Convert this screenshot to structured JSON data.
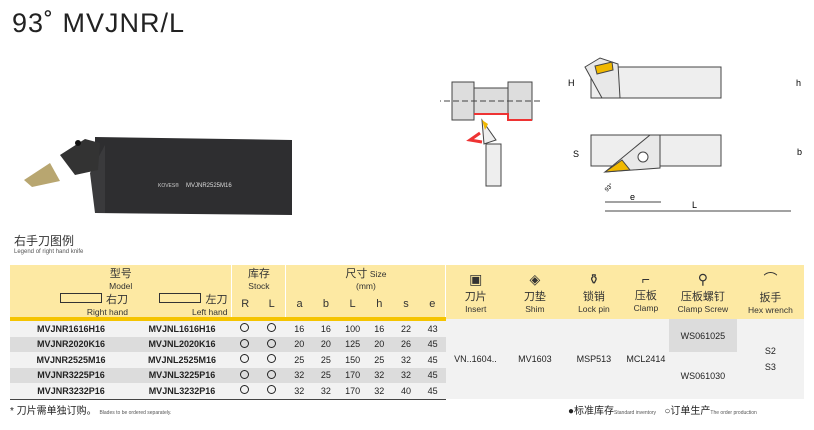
{
  "title": "93˚  MVJNR/L",
  "photo": {
    "brand": "KOVES®",
    "model": "MVJNR2525M16"
  },
  "caption": {
    "cn": "右手刀图例",
    "en": "Legend of right hand knife"
  },
  "drawing": {
    "labels": {
      "H": "H",
      "h": "h",
      "s": "S",
      "b": "b",
      "e": "e",
      "L": "L",
      "angle": "93°"
    }
  },
  "table": {
    "model_cn": "型号",
    "model_en": "Model",
    "right_cn": "右刀",
    "right_en": "Right hand",
    "left_cn": "左刀",
    "left_en": "Left hand",
    "stock_cn": "库存",
    "stock_en": "Stock",
    "stock_r": "R",
    "stock_l": "L",
    "size_cn": "尺寸",
    "size_en": "Size",
    "size_unit": "(mm)",
    "dims": [
      "a",
      "b",
      "L",
      "h",
      "s",
      "e"
    ],
    "acc": [
      {
        "cn": "刀片",
        "en": "Insert"
      },
      {
        "cn": "刀垫",
        "en": "Shim"
      },
      {
        "cn": "锁销",
        "en": "Lock pin"
      },
      {
        "cn": "压板",
        "en": "Clamp"
      },
      {
        "cn": "压板螺钉",
        "en": "Clamp Screw"
      },
      {
        "cn": "扳手",
        "en": "Hex wrench"
      }
    ],
    "rows": [
      {
        "r": "MVJNR1616H16",
        "l": "MVJNL1616H16",
        "sr": "O",
        "sl": "O",
        "d": [
          "16",
          "16",
          "100",
          "16",
          "22",
          "43"
        ]
      },
      {
        "r": "MVJNR2020K16",
        "l": "MVJNL2020K16",
        "sr": "O",
        "sl": "O",
        "d": [
          "20",
          "20",
          "125",
          "20",
          "26",
          "45"
        ]
      },
      {
        "r": "MVJNR2525M16",
        "l": "MVJNL2525M16",
        "sr": "O",
        "sl": "O",
        "d": [
          "25",
          "25",
          "150",
          "25",
          "32",
          "45"
        ]
      },
      {
        "r": "MVJNR3225P16",
        "l": "MVJNL3225P16",
        "sr": "O",
        "sl": "O",
        "d": [
          "32",
          "25",
          "170",
          "32",
          "32",
          "45"
        ]
      },
      {
        "r": "MVJNR3232P16",
        "l": "MVJNL3232P16",
        "sr": "O",
        "sl": "O",
        "d": [
          "32",
          "32",
          "170",
          "32",
          "40",
          "45"
        ]
      }
    ],
    "insert": "VN..1604..",
    "shim": "MV1603",
    "lockpin": "MSP513",
    "clamp": "MCL2414",
    "screw1": "WS061025",
    "screw2": "WS061030",
    "wrench1": "S2",
    "wrench2": "S3"
  },
  "footer": {
    "note_cn": "* 刀片需单独订购。",
    "note_en": "Blades to be ordered separately.",
    "std_cn": "●标准库存",
    "std_en": "Standard inventory",
    "ord_cn": "○订单生产",
    "ord_en": "The order production"
  }
}
